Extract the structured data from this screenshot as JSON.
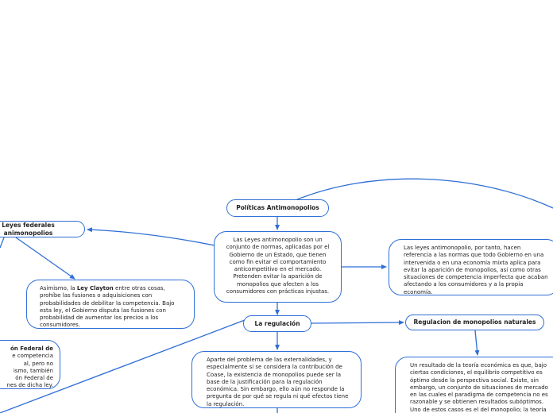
{
  "colors": {
    "connector": "#2f6fd6",
    "node_border": "#2f6fd6",
    "background": "#ffffff"
  },
  "nodes": {
    "politicas": "Políticas Antimonopolios",
    "leyes_def": "Las Leyes antimonopolio son un conjunto de normas, aplicadas por el Gobierno de un Estado, que tienen como fin evitar el comportamiento anticompetitivo en el mercado. Pretenden evitar la aparición de monopolios que afecten a los consumidores con prácticas injustas.",
    "leyes_federales": "Leyes federales animonopolios",
    "clayton": {
      "before": "Asimismo, la ",
      "bold": "Ley Clayton",
      "after": " entre otras cosas, prohíbe las fusiones o adquisiciones con probabilidades de debilitar la competencia. Bajo esta ley, el Gobierno disputa las fusiones con probabilidad de aumentar los precios a los consumidores."
    },
    "comision": {
      "line1_bold": "ón Federal de",
      "line2": "e competencia",
      "line3": "al, pero no",
      "line4": "ismo, también",
      "line5": "ón Federal de",
      "line6": "nes de dicha ley."
    },
    "leyes_por_tanto": "Las leyes antimonopolio, por tanto, hacen referencia a las normas que todo Gobierno en una intervenida o en una economía mixta aplica para evitar la aparición de monopolios, así como otras situaciones de competencia imperfecta que acaban afectando a los consumidores y a la propia economía.",
    "regulacion": "La regulación",
    "regulacion_texto": "Aparte del problema de las externalidades, y especialmente si se considera la contribución de Coase, la existencia de monopolios puede ser la base de la justificación para la regulación económica. Sin embargo, ello aún no responde la pregunta de por qué se regula ni qué efectos tiene la regulación.",
    "regulacion_naturales": "Regulacion de monopolios naturales",
    "teoria_economica": "Un resultado de la teoría económica es que, bajo ciertas condiciones, el equilibrio competitivo es óptimo desde la perspectiva social. Existe, sin embargo, un conjunto de situaciones de mercado en las cuales el paradigma de competencia no es razonable y se obtienen resultados subóptimos. Uno de estos casos es el del monopolio; la teoría estándar señala que la asignación de recursos"
  }
}
